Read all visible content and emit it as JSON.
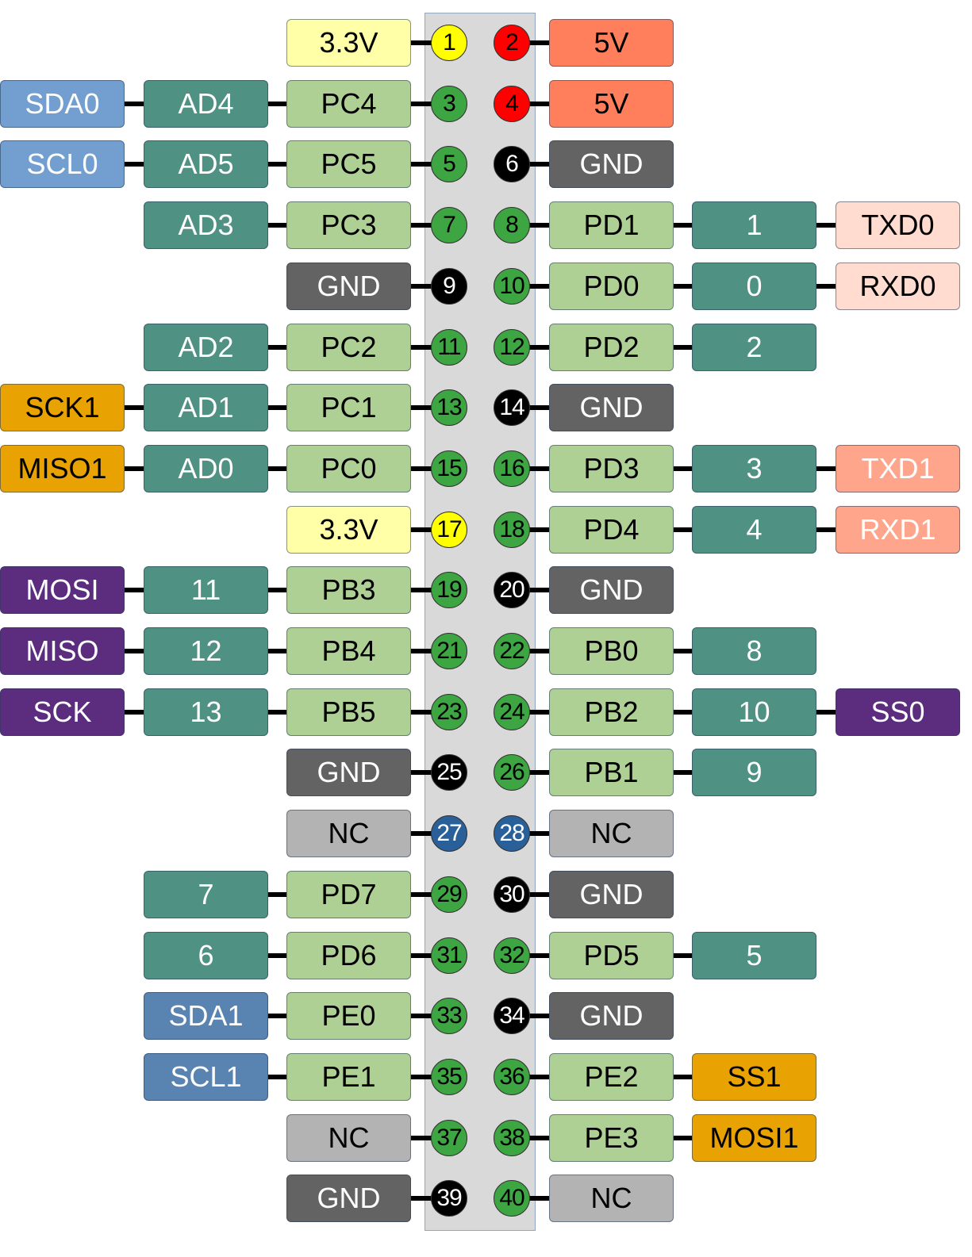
{
  "colors": {
    "power33": "#ffffa8",
    "power5": "#ff7f5c",
    "gnd": "#636363",
    "nc": "#b3b3b3",
    "port": "#afd095",
    "func": "#4f9183",
    "i2c0": "#729fcf",
    "i2c1": "#5983b0",
    "spi1": "#e8a202",
    "spi": "#5c2d7e",
    "uart0": "#ffdbd0",
    "uart1": "#ffa58c",
    "pin_power33": "#ffff00",
    "pin_power5": "#ff0000",
    "pin_gnd": "#000000",
    "pin_gpio": "#3da542",
    "pin_nc": "#2a6099"
  },
  "rows": [
    {
      "left": {
        "pin": "1",
        "pin_type": "power33",
        "labels": [
          {
            "text": "3.3V",
            "kind": "power33"
          }
        ]
      },
      "right": {
        "pin": "2",
        "pin_type": "power5",
        "labels": [
          {
            "text": "5V",
            "kind": "power5"
          }
        ]
      }
    },
    {
      "left": {
        "pin": "3",
        "pin_type": "gpio",
        "labels": [
          {
            "text": "PC4",
            "kind": "port"
          },
          {
            "text": "AD4",
            "kind": "func"
          },
          {
            "text": "SDA0",
            "kind": "i2c0"
          }
        ]
      },
      "right": {
        "pin": "4",
        "pin_type": "power5",
        "labels": [
          {
            "text": "5V",
            "kind": "power5"
          }
        ]
      }
    },
    {
      "left": {
        "pin": "5",
        "pin_type": "gpio",
        "labels": [
          {
            "text": "PC5",
            "kind": "port"
          },
          {
            "text": "AD5",
            "kind": "func"
          },
          {
            "text": "SCL0",
            "kind": "i2c0"
          }
        ]
      },
      "right": {
        "pin": "6",
        "pin_type": "gnd",
        "labels": [
          {
            "text": "GND",
            "kind": "gnd"
          }
        ]
      }
    },
    {
      "left": {
        "pin": "7",
        "pin_type": "gpio",
        "labels": [
          {
            "text": "PC3",
            "kind": "port"
          },
          {
            "text": "AD3",
            "kind": "func"
          }
        ]
      },
      "right": {
        "pin": "8",
        "pin_type": "gpio",
        "labels": [
          {
            "text": "PD1",
            "kind": "port"
          },
          {
            "text": "1",
            "kind": "func"
          },
          {
            "text": "TXD0",
            "kind": "uart0"
          }
        ]
      }
    },
    {
      "left": {
        "pin": "9",
        "pin_type": "gnd",
        "labels": [
          {
            "text": "GND",
            "kind": "gnd"
          }
        ]
      },
      "right": {
        "pin": "10",
        "pin_type": "gpio",
        "labels": [
          {
            "text": "PD0",
            "kind": "port"
          },
          {
            "text": "0",
            "kind": "func"
          },
          {
            "text": "RXD0",
            "kind": "uart0"
          }
        ]
      }
    },
    {
      "left": {
        "pin": "11",
        "pin_type": "gpio",
        "labels": [
          {
            "text": "PC2",
            "kind": "port"
          },
          {
            "text": "AD2",
            "kind": "func"
          }
        ]
      },
      "right": {
        "pin": "12",
        "pin_type": "gpio",
        "labels": [
          {
            "text": "PD2",
            "kind": "port"
          },
          {
            "text": "2",
            "kind": "func"
          }
        ]
      }
    },
    {
      "left": {
        "pin": "13",
        "pin_type": "gpio",
        "labels": [
          {
            "text": "PC1",
            "kind": "port"
          },
          {
            "text": "AD1",
            "kind": "func"
          },
          {
            "text": "SCK1",
            "kind": "spi1"
          }
        ]
      },
      "right": {
        "pin": "14",
        "pin_type": "gnd",
        "labels": [
          {
            "text": "GND",
            "kind": "gnd"
          }
        ]
      }
    },
    {
      "left": {
        "pin": "15",
        "pin_type": "gpio",
        "labels": [
          {
            "text": "PC0",
            "kind": "port"
          },
          {
            "text": "AD0",
            "kind": "func"
          },
          {
            "text": "MISO1",
            "kind": "spi1"
          }
        ]
      },
      "right": {
        "pin": "16",
        "pin_type": "gpio",
        "labels": [
          {
            "text": "PD3",
            "kind": "port"
          },
          {
            "text": "3",
            "kind": "func"
          },
          {
            "text": "TXD1",
            "kind": "uart1"
          }
        ]
      }
    },
    {
      "left": {
        "pin": "17",
        "pin_type": "power33",
        "labels": [
          {
            "text": "3.3V",
            "kind": "power33"
          }
        ]
      },
      "right": {
        "pin": "18",
        "pin_type": "gpio",
        "labels": [
          {
            "text": "PD4",
            "kind": "port"
          },
          {
            "text": "4",
            "kind": "func"
          },
          {
            "text": "RXD1",
            "kind": "uart1"
          }
        ]
      }
    },
    {
      "left": {
        "pin": "19",
        "pin_type": "gpio",
        "labels": [
          {
            "text": "PB3",
            "kind": "port"
          },
          {
            "text": "11",
            "kind": "func"
          },
          {
            "text": "MOSI",
            "kind": "spi"
          }
        ]
      },
      "right": {
        "pin": "20",
        "pin_type": "gnd",
        "labels": [
          {
            "text": "GND",
            "kind": "gnd"
          }
        ]
      }
    },
    {
      "left": {
        "pin": "21",
        "pin_type": "gpio",
        "labels": [
          {
            "text": "PB4",
            "kind": "port"
          },
          {
            "text": "12",
            "kind": "func"
          },
          {
            "text": "MISO",
            "kind": "spi"
          }
        ]
      },
      "right": {
        "pin": "22",
        "pin_type": "gpio",
        "labels": [
          {
            "text": "PB0",
            "kind": "port"
          },
          {
            "text": "8",
            "kind": "func"
          }
        ]
      }
    },
    {
      "left": {
        "pin": "23",
        "pin_type": "gpio",
        "labels": [
          {
            "text": "PB5",
            "kind": "port"
          },
          {
            "text": "13",
            "kind": "func"
          },
          {
            "text": "SCK",
            "kind": "spi"
          }
        ]
      },
      "right": {
        "pin": "24",
        "pin_type": "gpio",
        "labels": [
          {
            "text": "PB2",
            "kind": "port"
          },
          {
            "text": "10",
            "kind": "func"
          },
          {
            "text": "SS0",
            "kind": "spi"
          }
        ]
      }
    },
    {
      "left": {
        "pin": "25",
        "pin_type": "gnd",
        "labels": [
          {
            "text": "GND",
            "kind": "gnd"
          }
        ]
      },
      "right": {
        "pin": "26",
        "pin_type": "gpio",
        "labels": [
          {
            "text": "PB1",
            "kind": "port"
          },
          {
            "text": "9",
            "kind": "func"
          }
        ]
      }
    },
    {
      "left": {
        "pin": "27",
        "pin_type": "nc",
        "labels": [
          {
            "text": "NC",
            "kind": "nc"
          }
        ]
      },
      "right": {
        "pin": "28",
        "pin_type": "nc",
        "labels": [
          {
            "text": "NC",
            "kind": "nc"
          }
        ]
      }
    },
    {
      "left": {
        "pin": "29",
        "pin_type": "gpio",
        "labels": [
          {
            "text": "PD7",
            "kind": "port"
          },
          {
            "text": "7",
            "kind": "func"
          }
        ]
      },
      "right": {
        "pin": "30",
        "pin_type": "gnd",
        "labels": [
          {
            "text": "GND",
            "kind": "gnd"
          }
        ]
      }
    },
    {
      "left": {
        "pin": "31",
        "pin_type": "gpio",
        "labels": [
          {
            "text": "PD6",
            "kind": "port"
          },
          {
            "text": "6",
            "kind": "func"
          }
        ]
      },
      "right": {
        "pin": "32",
        "pin_type": "gpio",
        "labels": [
          {
            "text": "PD5",
            "kind": "port"
          },
          {
            "text": "5",
            "kind": "func"
          }
        ]
      }
    },
    {
      "left": {
        "pin": "33",
        "pin_type": "gpio",
        "labels": [
          {
            "text": "PE0",
            "kind": "port"
          },
          {
            "text": "SDA1",
            "kind": "i2c1"
          }
        ]
      },
      "right": {
        "pin": "34",
        "pin_type": "gnd",
        "labels": [
          {
            "text": "GND",
            "kind": "gnd"
          }
        ]
      }
    },
    {
      "left": {
        "pin": "35",
        "pin_type": "gpio",
        "labels": [
          {
            "text": "PE1",
            "kind": "port"
          },
          {
            "text": "SCL1",
            "kind": "i2c1"
          }
        ]
      },
      "right": {
        "pin": "36",
        "pin_type": "gpio",
        "labels": [
          {
            "text": "PE2",
            "kind": "port"
          },
          {
            "text": "SS1",
            "kind": "spi1"
          }
        ]
      }
    },
    {
      "left": {
        "pin": "37",
        "pin_type": "gpio",
        "labels": [
          {
            "text": "NC",
            "kind": "nc"
          }
        ]
      },
      "right": {
        "pin": "38",
        "pin_type": "gpio",
        "labels": [
          {
            "text": "PE3",
            "kind": "port"
          },
          {
            "text": "MOSI1",
            "kind": "spi1"
          }
        ]
      }
    },
    {
      "left": {
        "pin": "39",
        "pin_type": "gnd",
        "labels": [
          {
            "text": "GND",
            "kind": "gnd"
          }
        ]
      },
      "right": {
        "pin": "40",
        "pin_type": "gpio",
        "labels": [
          {
            "text": "NC",
            "kind": "nc"
          }
        ]
      }
    }
  ]
}
